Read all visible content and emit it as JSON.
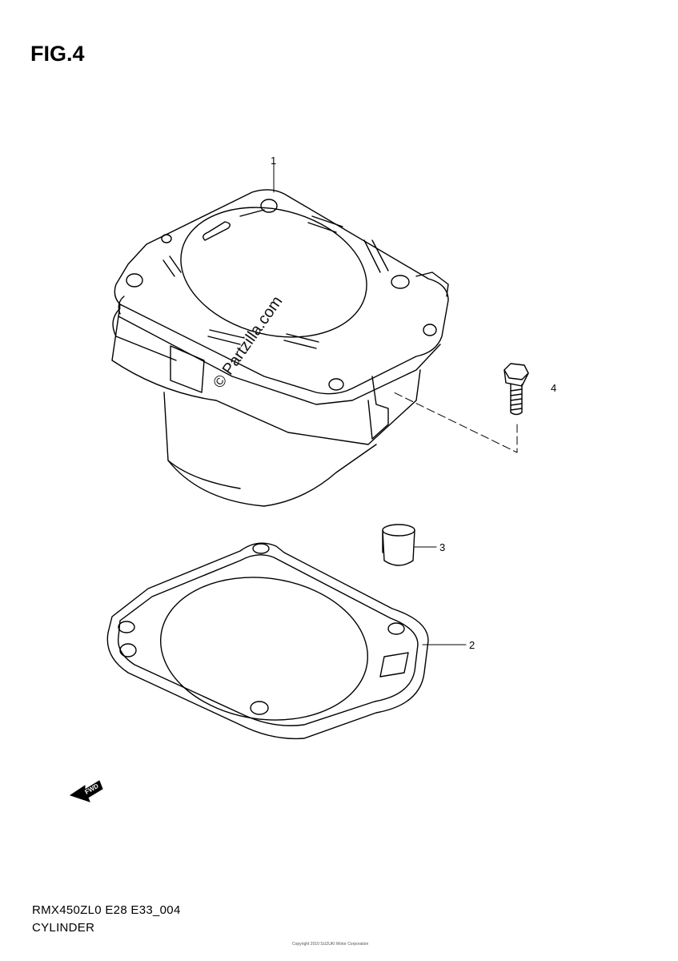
{
  "figure": {
    "title": "FIG.4"
  },
  "callouts": {
    "cylinder": "1",
    "gasket": "2",
    "dowel": "3",
    "bolt": "4"
  },
  "watermark": "© Partzilla.com",
  "fwd_marker": "FWD",
  "diagram_code": "RMX450ZL0 E28 E33_004",
  "diagram_name": "CYLINDER",
  "footer_fine_print": "Copyright 2010 SUZUKI Motor Corporation"
}
